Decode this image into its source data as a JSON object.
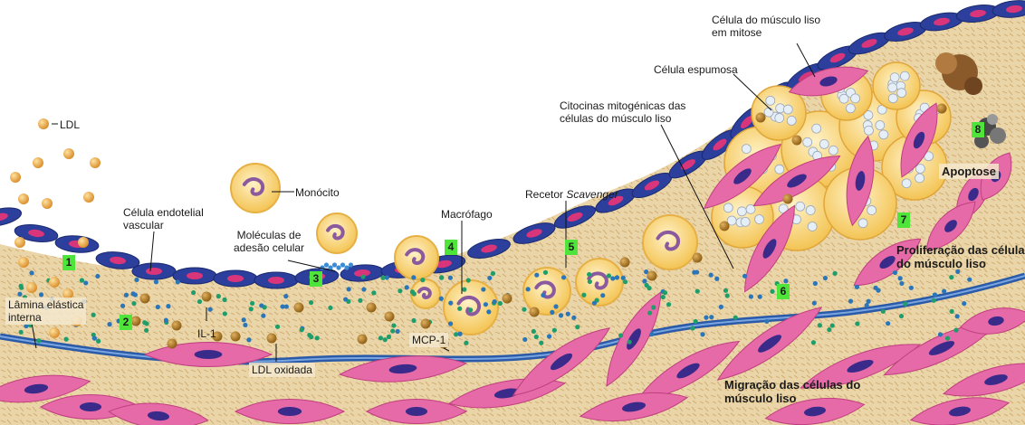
{
  "labels": {
    "ldl": "LDL",
    "endothelial": [
      "Célula endotelial",
      "vascular"
    ],
    "elastic": [
      "Lâmina elástica",
      "interna"
    ],
    "monocyte": "Monócito",
    "adhesion": [
      "Moléculas de",
      "adesão celular"
    ],
    "il1": "IL-1",
    "ldl_oxidized": "LDL oxidada",
    "macrophage": "Macrófago",
    "mcp1": "MCP-1",
    "scavenger_prefix": "Recetor",
    "scavenger_italic": "Scavenger",
    "cytokines": [
      "Citocinas mitogénicas das",
      "células do músculo liso"
    ],
    "foam_cell": "Célula espumosa",
    "mitosis": [
      "Célula do músculo liso",
      "em mitose"
    ],
    "apoptosis": "Apoptose",
    "proliferation": [
      "Proliferação das células",
      "do músculo liso"
    ],
    "migration": [
      "Migração das células do",
      "músculo liso"
    ]
  },
  "step_numbers": [
    "1",
    "2",
    "3",
    "4",
    "5",
    "6",
    "7",
    "8"
  ],
  "colors": {
    "intima": "#e9d3a6",
    "endothelium": "#2c3f9c",
    "smooth_muscle": "#e66aa8",
    "lipid": "#f4c44e",
    "ldl_particle": "#e9a341",
    "badge": "#4fe43a",
    "elastic_lamina": "#2a5aa8"
  }
}
